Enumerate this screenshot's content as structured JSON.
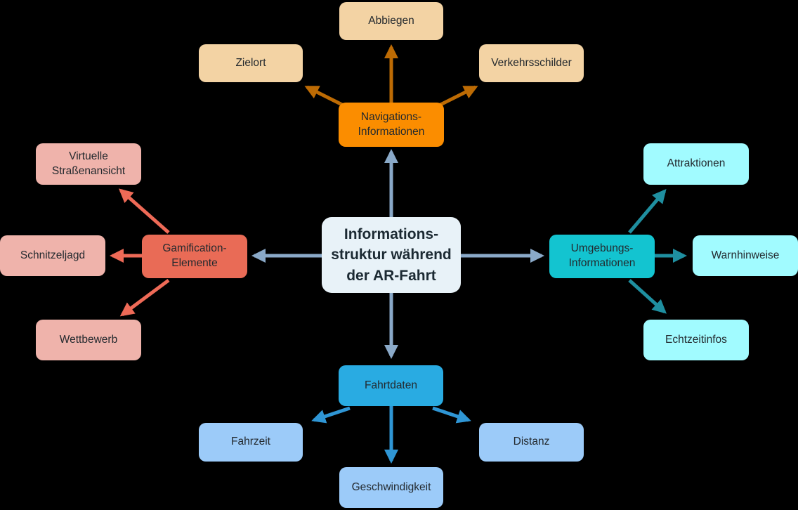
{
  "diagram_title": "Informationsstruktur während der AR-Fahrt",
  "colors": {
    "background": "#000000",
    "connector": "#8aa9c8",
    "center_fill": "#e8f2f8",
    "navigation_fill": "#fb8d00",
    "navigation_arrow": "#bd6b04",
    "navigation_child_fill": "#f3d3a4",
    "gamification_fill": "#e96b56",
    "gamification_arrow": "#ee6a57",
    "gamification_child_fill": "#efb3ab",
    "umgebung_fill": "#13c4d0",
    "umgebung_arrow": "#1f8fa0",
    "umgebung_child_fill": "#a1fbff",
    "fahrt_fill": "#29abe2",
    "fahrt_arrow": "#2f96d5",
    "fahrt_child_fill": "#9ccbf9"
  },
  "center_node": {
    "label": "Informations-\nstruktur während\nder AR-Fahrt"
  },
  "branches": {
    "navigation": {
      "label": "Navigations-\nInformationen",
      "children": {
        "abbiegen": "Abbiegen",
        "zielort": "Zielort",
        "verkehrsschilder": "Verkehrsschilder"
      }
    },
    "gamification": {
      "label": "Gamification-\nElemente",
      "children": {
        "virtuelle_strassenansicht": "Virtuelle\nStraßenansicht",
        "schnitzeljagd": "Schnitzeljagd",
        "wettbewerb": "Wettbewerb"
      }
    },
    "umgebung": {
      "label": "Umgebungs-\nInformationen",
      "children": {
        "attraktionen": "Attraktionen",
        "warnhinweise": "Warnhinweise",
        "echtzeitinfos": "Echtzeitinfos"
      }
    },
    "fahrt": {
      "label": "Fahrtdaten",
      "children": {
        "fahrzeit": "Fahrzeit",
        "geschwindigkeit": "Geschwindigkeit",
        "distanz": "Distanz"
      }
    }
  }
}
